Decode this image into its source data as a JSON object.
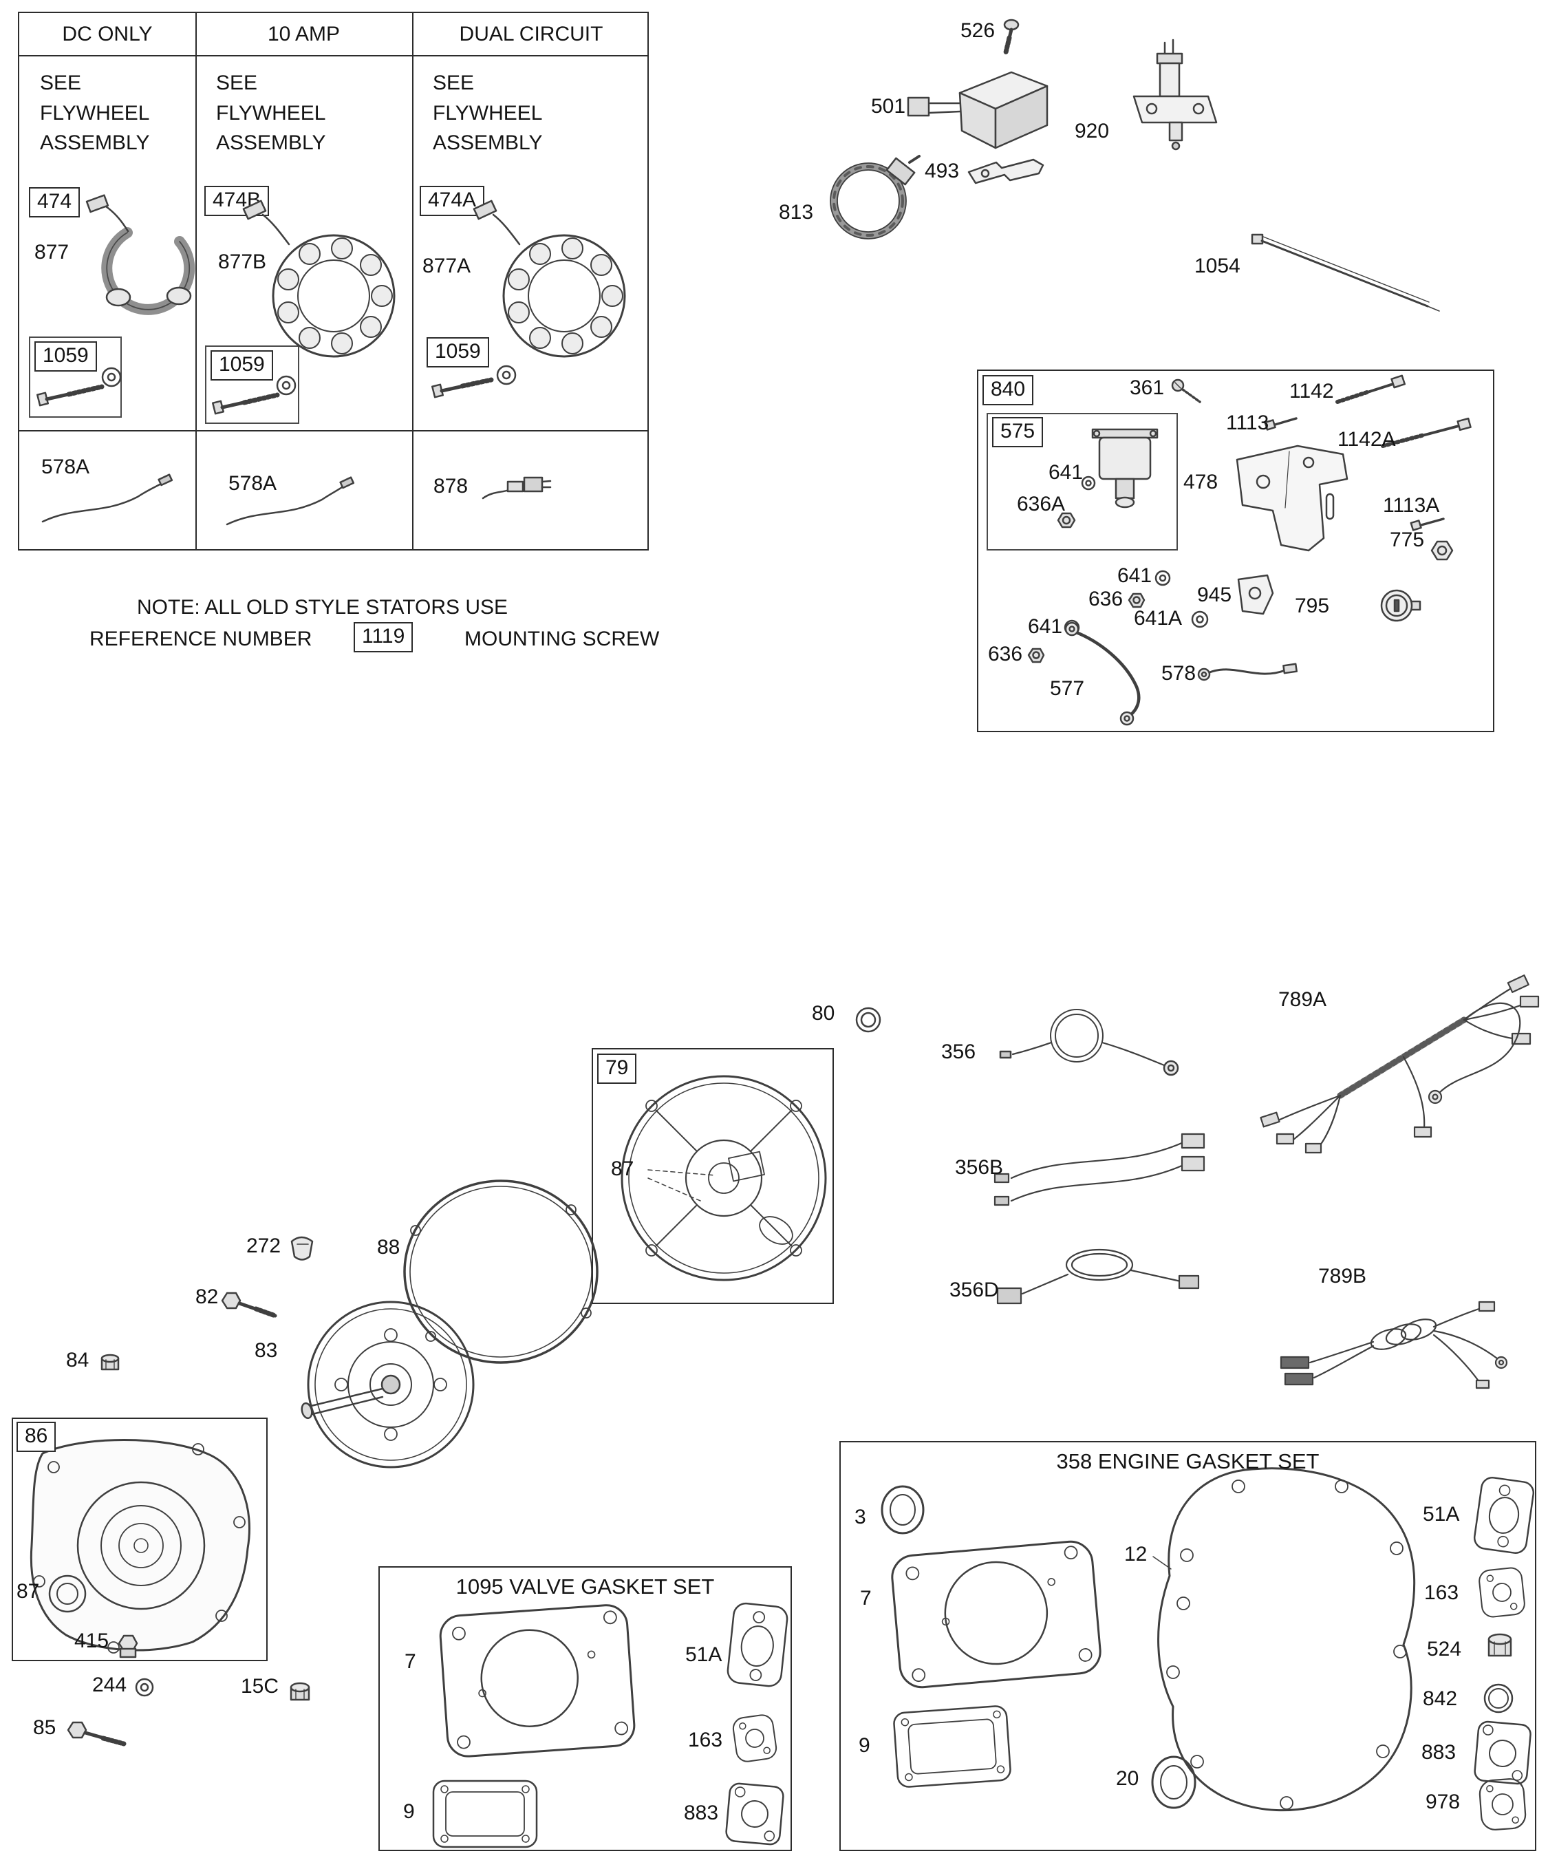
{
  "stator_table": {
    "cols": [
      {
        "header": "DC ONLY",
        "see": [
          "SEE",
          "FLYWHEEL",
          "ASSEMBLY"
        ],
        "ref": "474",
        "stator": "877",
        "screw": "1059",
        "cable": "578A"
      },
      {
        "header": "10 AMP",
        "see": [
          "SEE",
          "FLYWHEEL",
          "ASSEMBLY"
        ],
        "ref": "474B",
        "stator": "877B",
        "screw": "1059",
        "cable": "578A"
      },
      {
        "header": "DUAL CIRCUIT",
        "see": [
          "SEE",
          "FLYWHEEL",
          "ASSEMBLY"
        ],
        "ref": "474A",
        "stator": "877A",
        "screw": "1059",
        "cable": "878"
      }
    ],
    "note_line1": "NOTE: ALL OLD STYLE STATORS USE",
    "note_prefix": "REFERENCE NUMBER",
    "note_ref": "1119",
    "note_suffix": "MOUNTING SCREW"
  },
  "ignition_parts": {
    "screw": "526",
    "regulator": "501",
    "stop_switch": "920",
    "bracket": "493",
    "clamp": "813",
    "cable_tie": "1054"
  },
  "group840": {
    "ref": "840",
    "ref575": "575",
    "p361": "361",
    "p1142": "1142",
    "p1113": "1113",
    "p1142a": "1142A",
    "p641_1": "641",
    "p636a": "636A",
    "p478": "478",
    "p1113a": "1113A",
    "p775": "775",
    "p641_2": "641",
    "p636_1": "636",
    "p641a": "641A",
    "p945": "945",
    "p795": "795",
    "p641_3": "641",
    "p636_2": "636",
    "p577": "577",
    "p578": "578"
  },
  "blower_section": {
    "p80": "80",
    "ref79": "79",
    "p87": "87",
    "p356": "356",
    "p789a": "789A",
    "p356b": "356B",
    "p356d": "356D",
    "p789b": "789B",
    "p272": "272",
    "p82": "82",
    "p88": "88",
    "p83": "83",
    "p84": "84"
  },
  "group86": {
    "ref": "86",
    "p87": "87",
    "p415": "415",
    "p244": "244",
    "p15c": "15C",
    "p85": "85"
  },
  "valve_gasket_set": {
    "title": "1095 VALVE GASKET SET",
    "p7": "7",
    "p51a": "51A",
    "p163": "163",
    "p9": "9",
    "p883": "883"
  },
  "engine_gasket_set": {
    "title": "358 ENGINE GASKET SET",
    "p3": "3",
    "p7": "7",
    "p12": "12",
    "p9": "9",
    "p20": "20",
    "p51a": "51A",
    "p163": "163",
    "p524": "524",
    "p842": "842",
    "p883": "883",
    "p978": "978"
  }
}
